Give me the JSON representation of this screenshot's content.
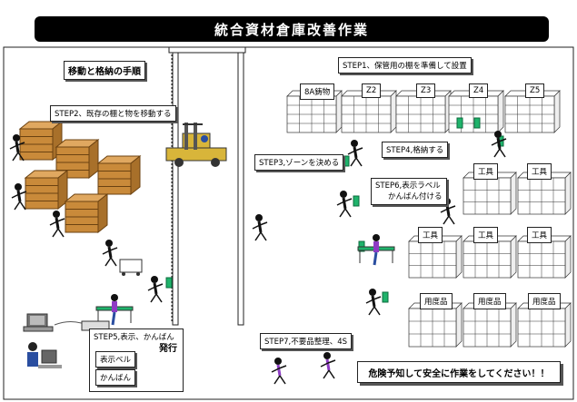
{
  "title": "統合資材倉庫改善作業",
  "labels": {
    "procedure": "移動と格納の手順",
    "step1": "STEP1、保管用の棚を準備して設置",
    "step2": "STEP2、既存の棚と物を移動する",
    "step3": "STEP3,ゾーンを決める",
    "step4": "STEP4,格納する",
    "step6_line1": "STEP6,表示ラベル",
    "step6_line2": "かんばん付ける",
    "step5": "STEP5,表示、かんばん",
    "issue": "発行",
    "label_item": "表示ベル",
    "kanban_item": "かんばん",
    "step7": "STEP7,不要品整理、4S",
    "warning": "危険予知して安全に作業をしてください！！"
  },
  "zones": [
    "8A鋳物",
    "Z2",
    "Z3",
    "Z4",
    "Z5"
  ],
  "shelf_tags": {
    "tools": "工具",
    "consumables": "用度品"
  },
  "colors": {
    "title_bg": "#000000",
    "shelf_fill": "#ffffff",
    "wood_shelf": "#c98a3a",
    "forklift": "#d8b53a",
    "accent_green": "#1fb36b",
    "worker_purple": "#8e3cc4"
  }
}
